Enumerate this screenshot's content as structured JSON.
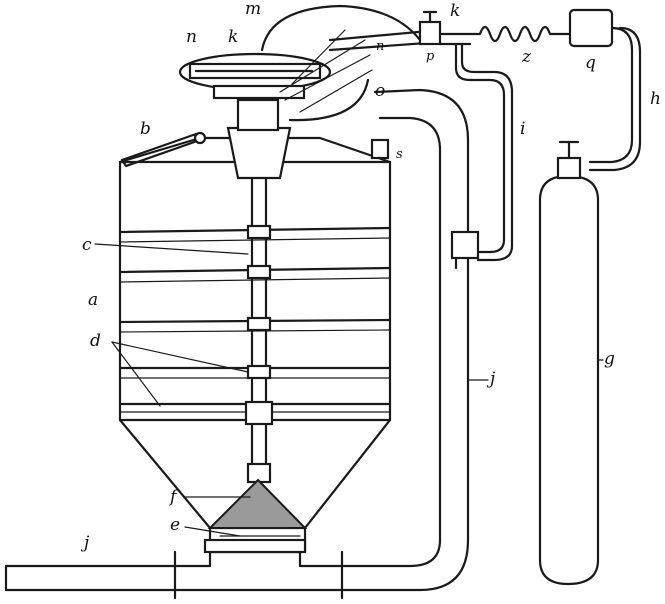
{
  "labels": {
    "a": "a",
    "b": "b",
    "c": "c",
    "d": "d",
    "e": "e",
    "f": "f",
    "g": "g",
    "h": "h",
    "i": "i",
    "j_left": "j",
    "j_right": "j",
    "k_top": "k",
    "k_left": "k",
    "m": "m",
    "n": "n",
    "n2": "n",
    "o": "o",
    "p": "p",
    "q": "q",
    "s": "s",
    "z": "z"
  }
}
